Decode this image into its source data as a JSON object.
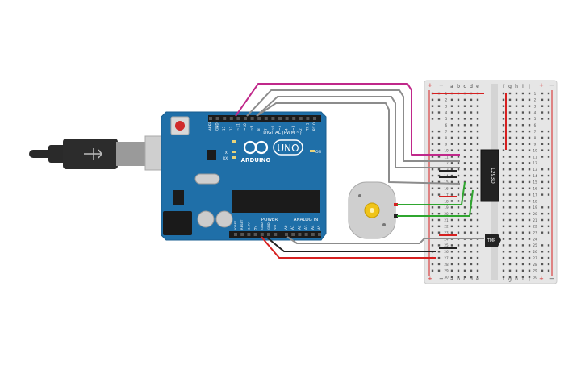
{
  "arduino": {
    "brand": "ARDUINO",
    "model": "UNO",
    "digital_label": "DIGITAL (PWM ~)",
    "power_label": "POWER",
    "analog_label": "ANALOG IN",
    "led_l": "L",
    "led_tx": "TX",
    "led_rx": "RX",
    "led_on": "ON",
    "pins_digital": [
      "AREF",
      "GND",
      "13",
      "12",
      "~11",
      "~10",
      "~9",
      "8",
      "7",
      "~6",
      "~5",
      "4",
      "~3",
      "2",
      "TX 1",
      "RX 0"
    ],
    "pins_power": [
      "IOREF",
      "RESET",
      "3.3V",
      "5V",
      "GND",
      "GND",
      "Vin"
    ],
    "pins_analog": [
      "A0",
      "A1",
      "A2",
      "A3",
      "A4",
      "A5"
    ]
  },
  "breadboard": {
    "plus": "+",
    "minus": "−",
    "cols_left": [
      "a",
      "b",
      "c",
      "d",
      "e"
    ],
    "cols_right": [
      "f",
      "g",
      "h",
      "i",
      "j"
    ],
    "row_numbers": [
      "1",
      "2",
      "3",
      "4",
      "5",
      "6",
      "7",
      "8",
      "9",
      "10",
      "11",
      "12",
      "13",
      "14",
      "15",
      "16",
      "17",
      "18",
      "19",
      "20",
      "21",
      "22",
      "23",
      "24",
      "25",
      "26",
      "27",
      "28",
      "29",
      "30"
    ]
  },
  "chip": {
    "label": "L293D"
  },
  "sensor": {
    "label": "TMP"
  },
  "colors": {
    "board": "#1f6fa8",
    "wire_magenta": "#c0288a",
    "wire_gray": "#8c8c8c",
    "wire_black": "#222222",
    "wire_red": "#d62020",
    "wire_green": "#2fa62f",
    "rail_red": "#d62020"
  },
  "icons": [
    "usb-cable-icon",
    "motor-icon",
    "reset-button-icon"
  ]
}
